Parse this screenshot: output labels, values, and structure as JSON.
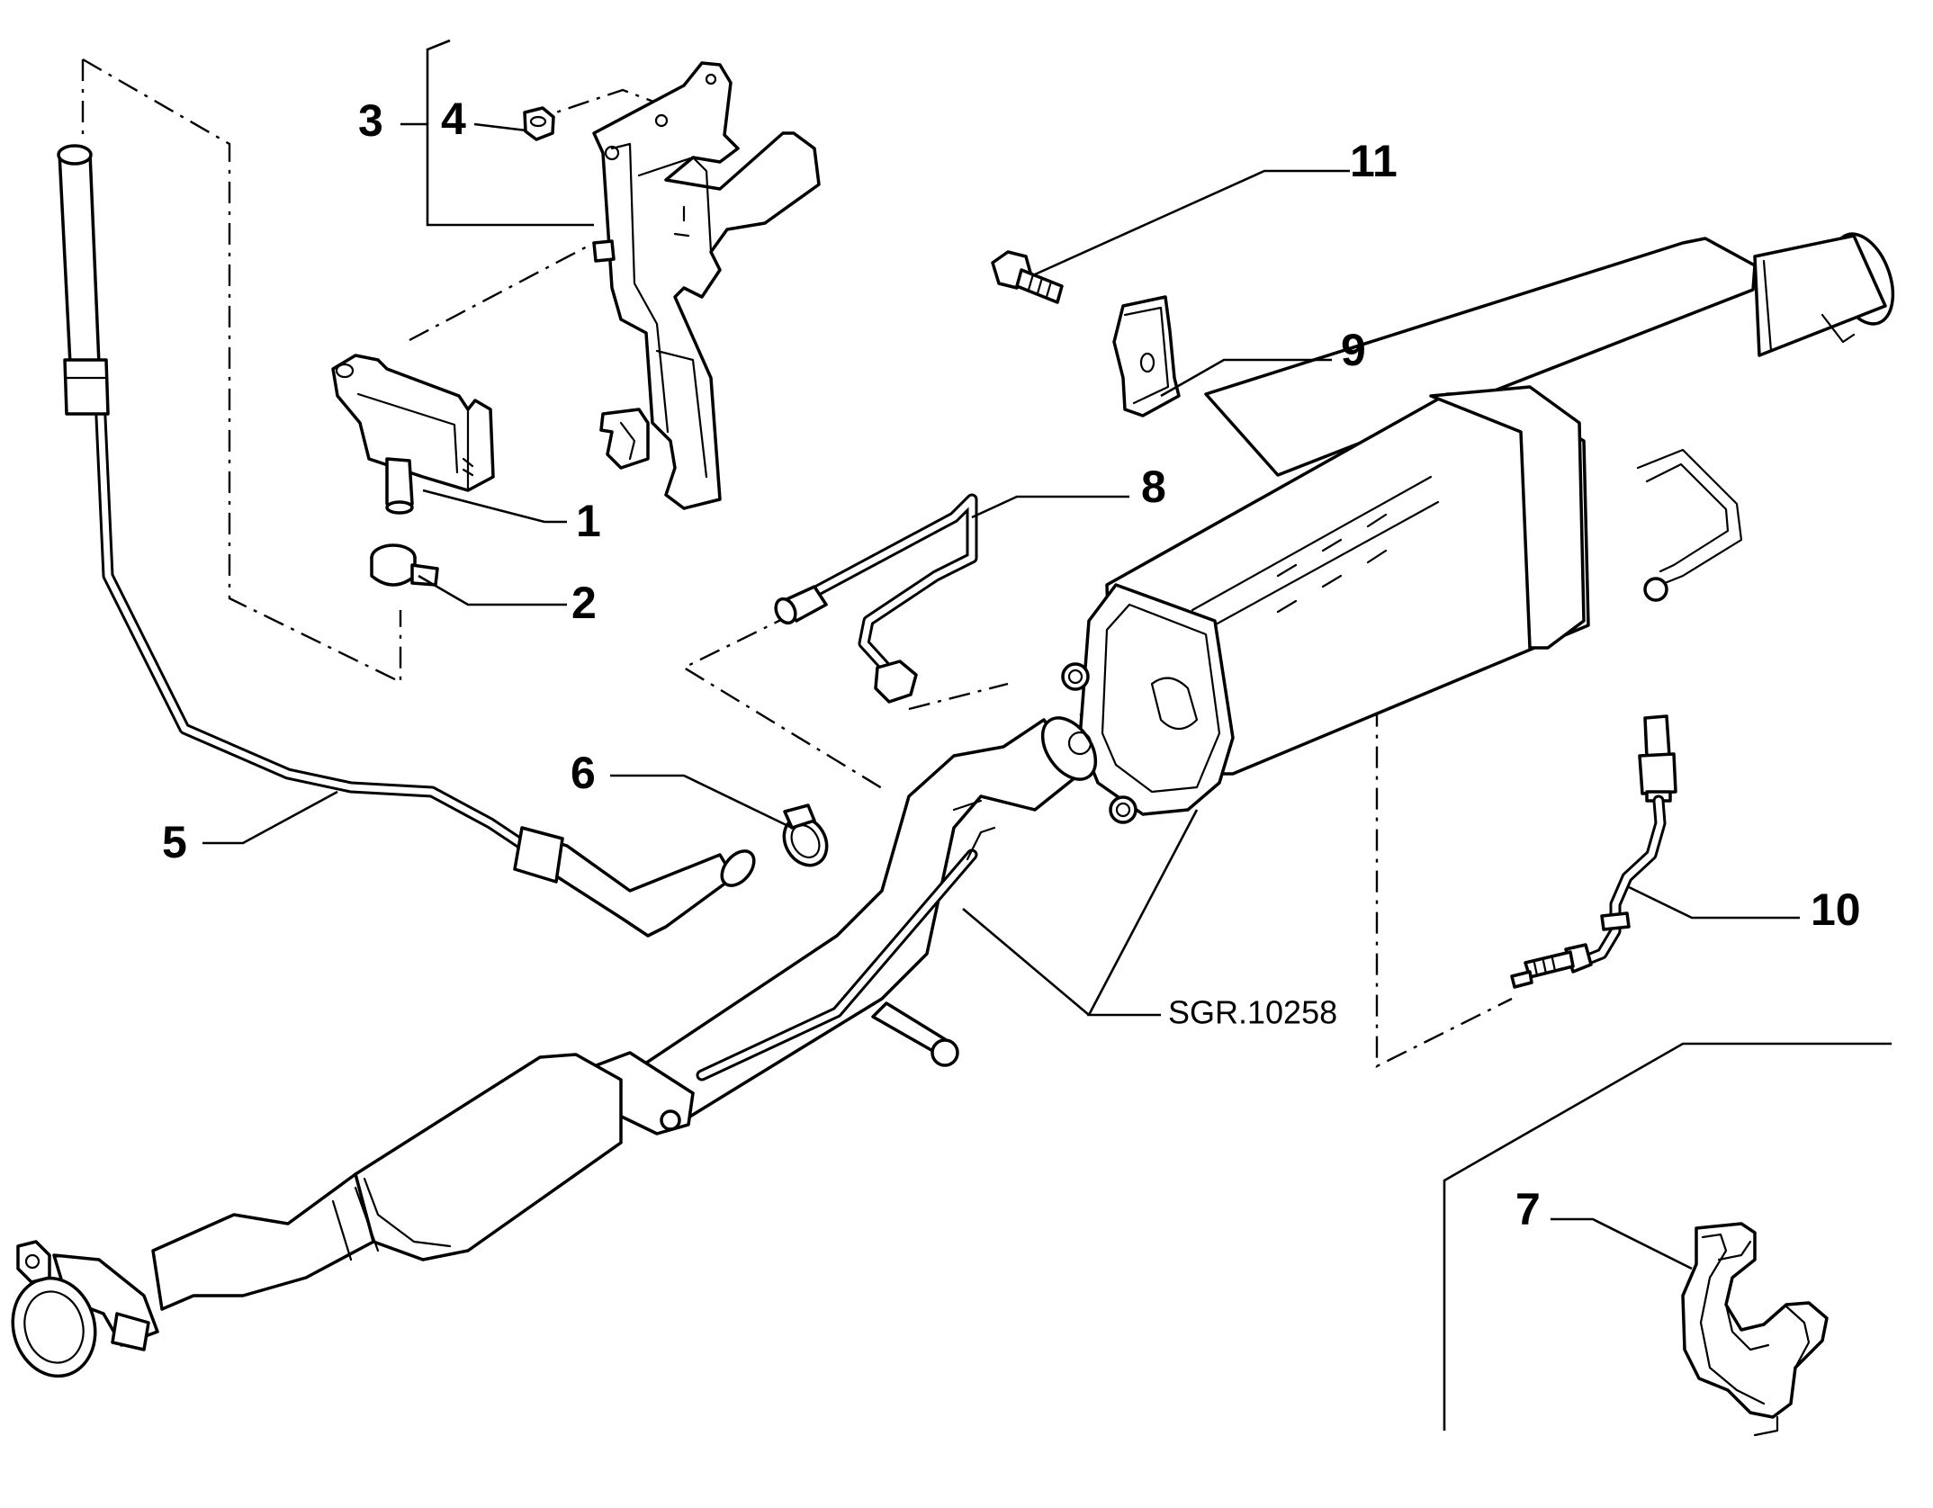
{
  "diagram": {
    "reference": "SGR.10258",
    "callouts": {
      "c1": "1",
      "c2": "2",
      "c3": "3",
      "c4": "4",
      "c5": "5",
      "c6": "6",
      "c7": "7",
      "c8": "8",
      "c9": "9",
      "c10": "10",
      "c11": "11"
    }
  }
}
